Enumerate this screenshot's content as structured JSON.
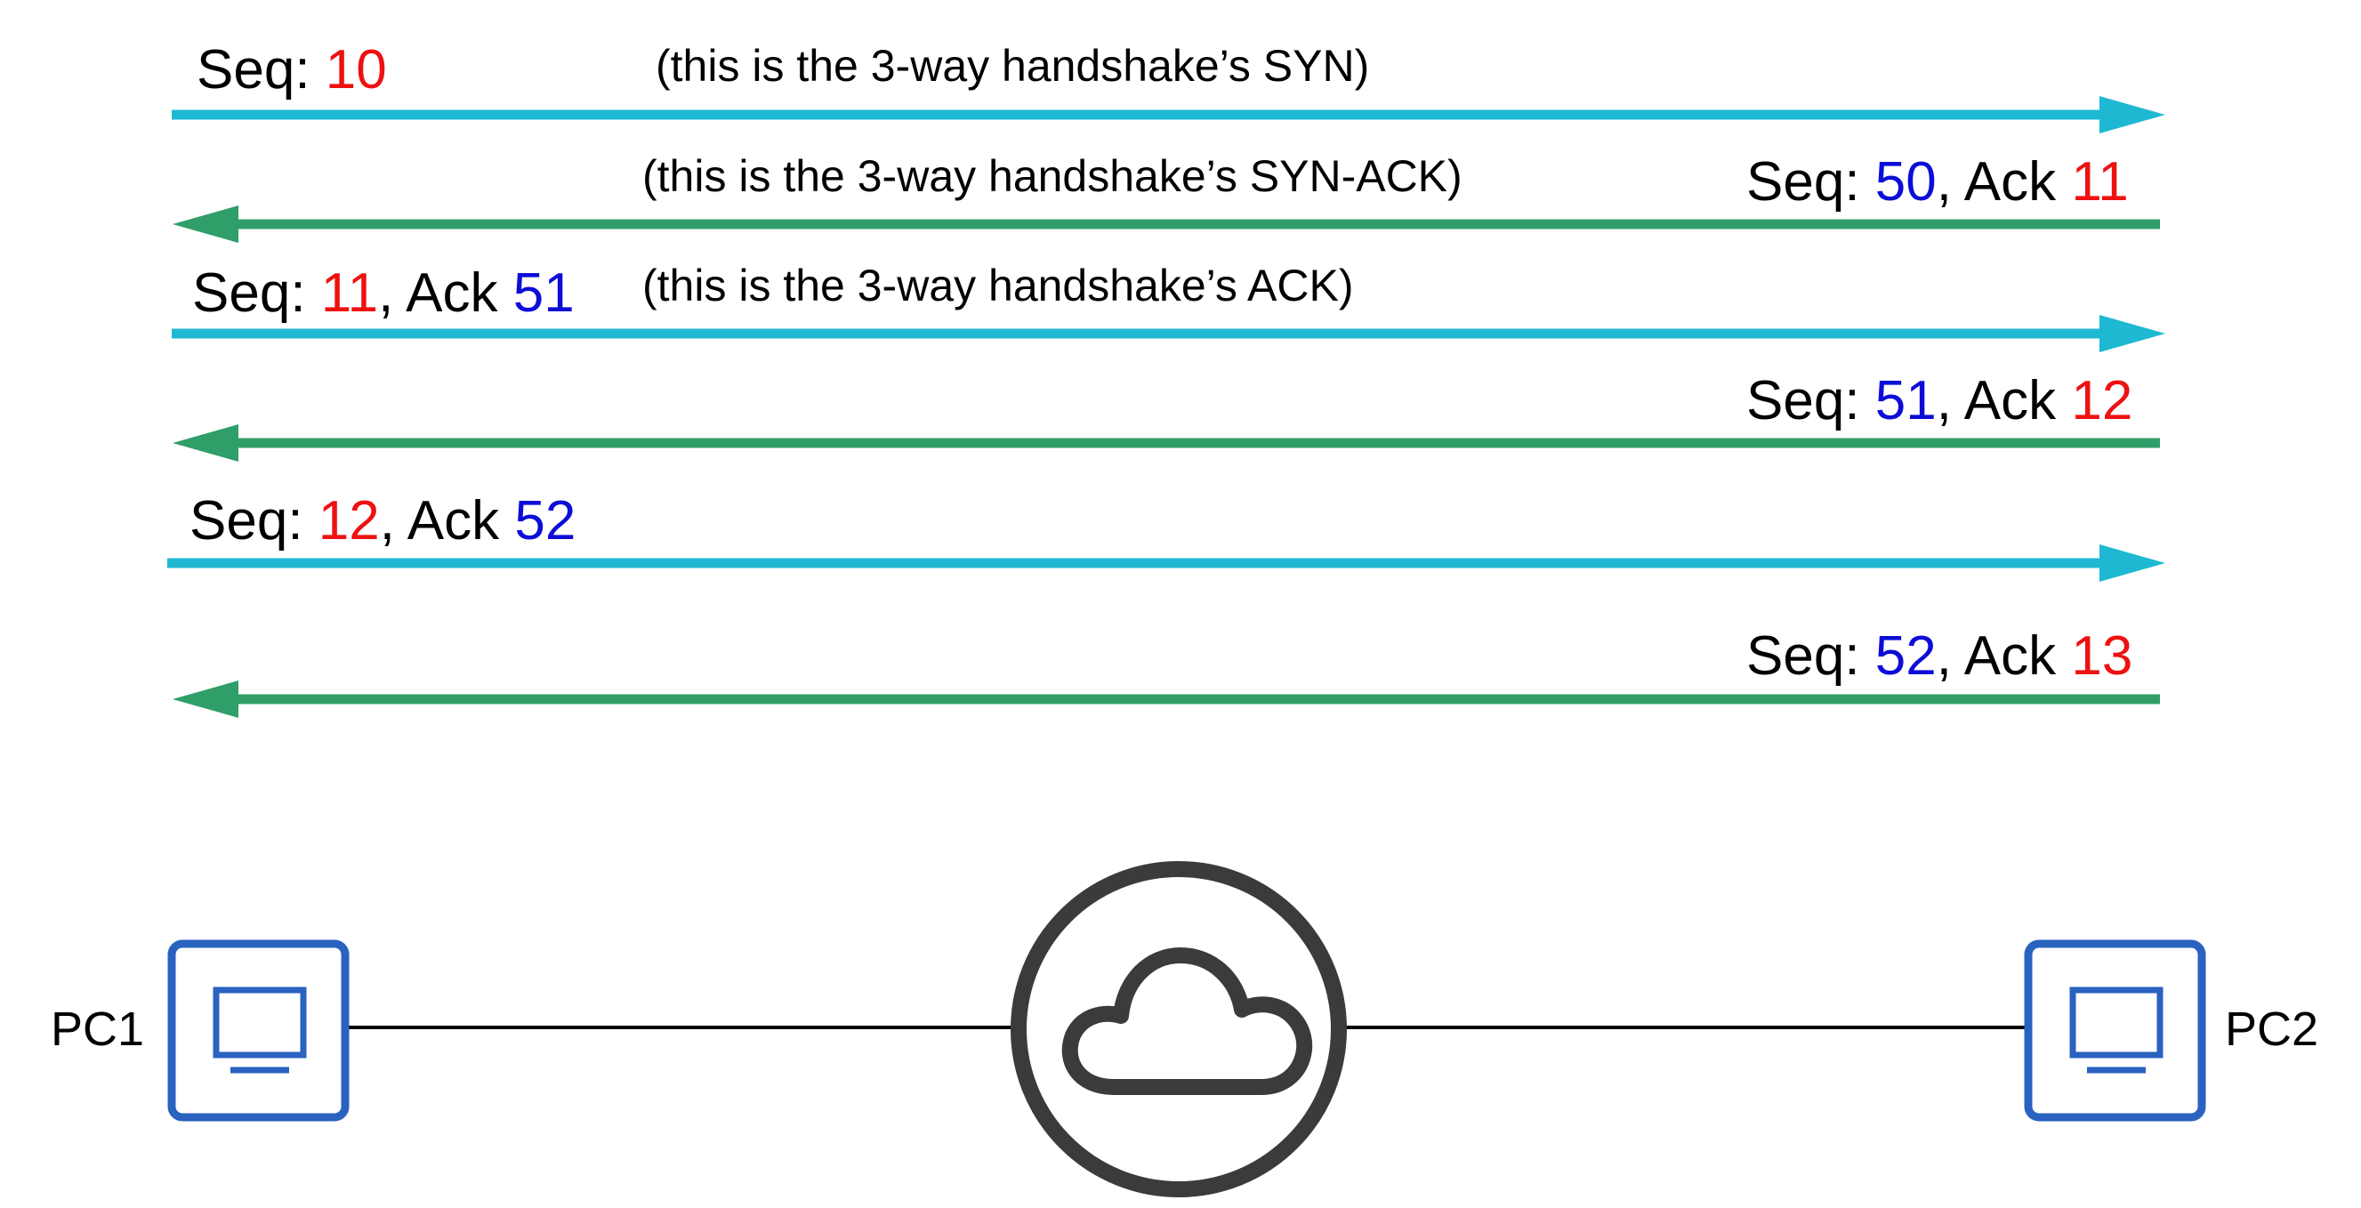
{
  "colors": {
    "forward_arrow": "#1eb8d2",
    "return_arrow": "#2f9e68",
    "pc1_number": "#ee1111",
    "pc2_number": "#0d0dd8",
    "host_box": "#2a62c0",
    "cloud": "#3b3b3b",
    "link": "#000000"
  },
  "messages": [
    {
      "direction": "pc1-to-pc2",
      "seq_prefix": "Seq: ",
      "seq": "10",
      "ack_prefix": "",
      "ack": "",
      "note": "(this is the 3-way handshake’s SYN)"
    },
    {
      "direction": "pc2-to-pc1",
      "seq_prefix": "Seq: ",
      "seq": "50",
      "ack_prefix": ", Ack ",
      "ack": "11",
      "note": "(this is the 3-way handshake’s SYN-ACK)"
    },
    {
      "direction": "pc1-to-pc2",
      "seq_prefix": "Seq: ",
      "seq": "11",
      "ack_prefix": ", Ack ",
      "ack": "51",
      "note": "(this is the 3-way handshake’s ACK)"
    },
    {
      "direction": "pc2-to-pc1",
      "seq_prefix": "Seq: ",
      "seq": "51",
      "ack_prefix": ", Ack ",
      "ack": "12",
      "note": ""
    },
    {
      "direction": "pc1-to-pc2",
      "seq_prefix": "Seq: ",
      "seq": "12",
      "ack_prefix": ", Ack ",
      "ack": "52",
      "note": ""
    },
    {
      "direction": "pc2-to-pc1",
      "seq_prefix": "Seq: ",
      "seq": "52",
      "ack_prefix": ", Ack ",
      "ack": "13",
      "note": ""
    }
  ],
  "hosts": {
    "left": {
      "label": "PC1",
      "icon": "desktop-computer-icon"
    },
    "right": {
      "label": "PC2",
      "icon": "desktop-computer-icon"
    },
    "middle": {
      "icon": "cloud-icon"
    }
  }
}
